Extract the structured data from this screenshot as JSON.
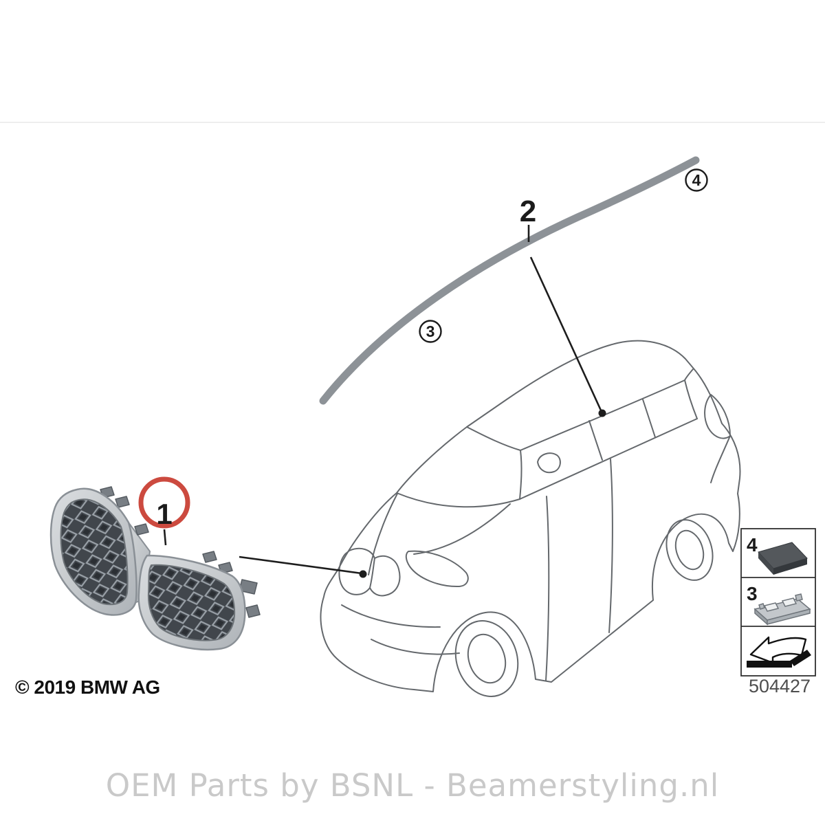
{
  "diagram": {
    "title_hidden": "",
    "callouts": {
      "item1": "1",
      "item2": "2",
      "item3": "3",
      "item4": "4"
    },
    "legend": {
      "item4_label": "4",
      "item3_label": "3",
      "part_number": "504427"
    },
    "copyright": "© 2019 BMW AG",
    "watermark": "OEM Parts by BSNL - Beamerstyling.nl",
    "colors": {
      "highlight_red": "#cc4a3f",
      "strip_gray": "#8d9297",
      "watermark_gray": "#c9c9c9",
      "line_gray": "#64686c"
    }
  }
}
